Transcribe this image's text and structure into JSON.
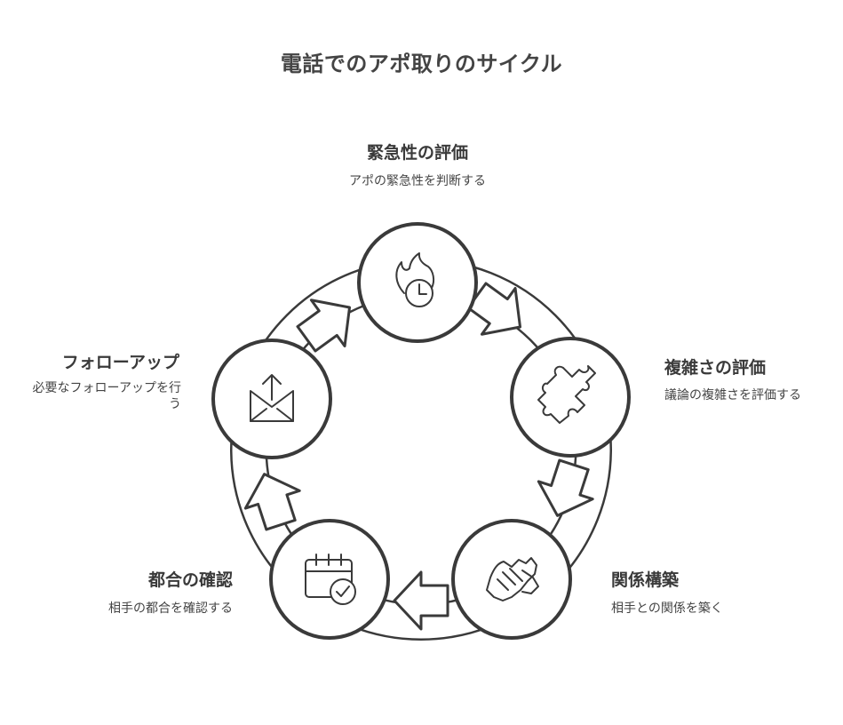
{
  "title": "電話でのアポ取りのサイクル",
  "steps": [
    {
      "title": "緊急性の評価",
      "description": "アポの緊急性を判断する",
      "icon": "fire-clock-icon"
    },
    {
      "title": "複雑さの評価",
      "description": "議論の複雑さを評価する",
      "icon": "puzzle-icon"
    },
    {
      "title": "関係構築",
      "description": "相手との関係を築く",
      "icon": "handshake-icon"
    },
    {
      "title": "都合の確認",
      "description": "相手の都合を確認する",
      "icon": "calendar-check-icon"
    },
    {
      "title": "フォローアップ",
      "description": "必要なフォローアップを行う",
      "icon": "mail-upload-icon"
    }
  ],
  "colors": {
    "stroke": "#3a3a3a",
    "fill": "#ffffff"
  }
}
